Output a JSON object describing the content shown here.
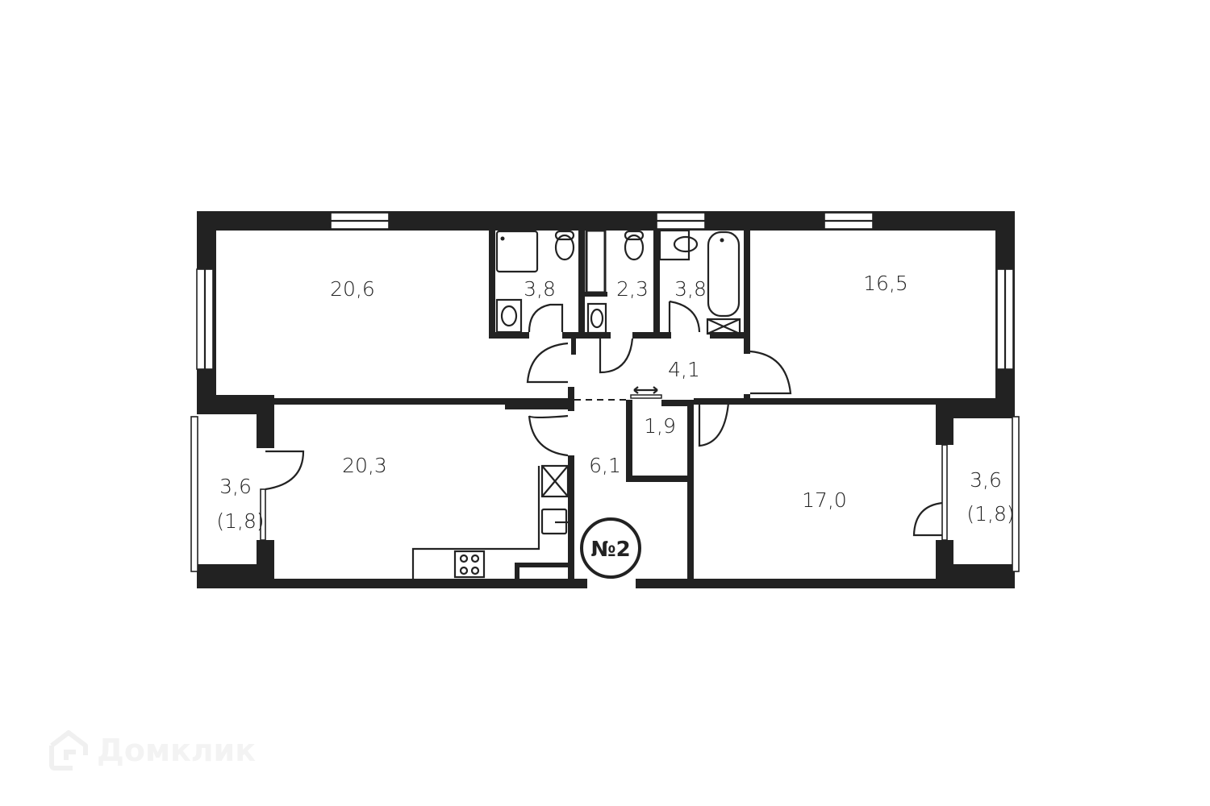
{
  "plan": {
    "apartment_marker": "№2",
    "colors": {
      "wall": "#222222",
      "background": "#ffffff",
      "watermark": "#f3f3f3"
    },
    "rooms": [
      {
        "id": "bedroom-1",
        "area": "20,6"
      },
      {
        "id": "bathroom-1",
        "area": "3,8"
      },
      {
        "id": "toilet",
        "area": "2,3"
      },
      {
        "id": "bathroom-2",
        "area": "3,8"
      },
      {
        "id": "bedroom-2",
        "area": "16,5"
      },
      {
        "id": "hall",
        "area": "4,1"
      },
      {
        "id": "storage",
        "area": "1,9"
      },
      {
        "id": "kitchen-living",
        "area": "20,3"
      },
      {
        "id": "corridor",
        "area": "6,1"
      },
      {
        "id": "bedroom-3",
        "area": "17,0"
      },
      {
        "id": "balcony-left",
        "area": "3,6",
        "reduced_area": "(1,8)"
      },
      {
        "id": "balcony-right",
        "area": "3,6",
        "reduced_area": "(1,8)"
      }
    ]
  },
  "watermark": {
    "text": "Домклик",
    "icon": "domclick-house-icon"
  }
}
